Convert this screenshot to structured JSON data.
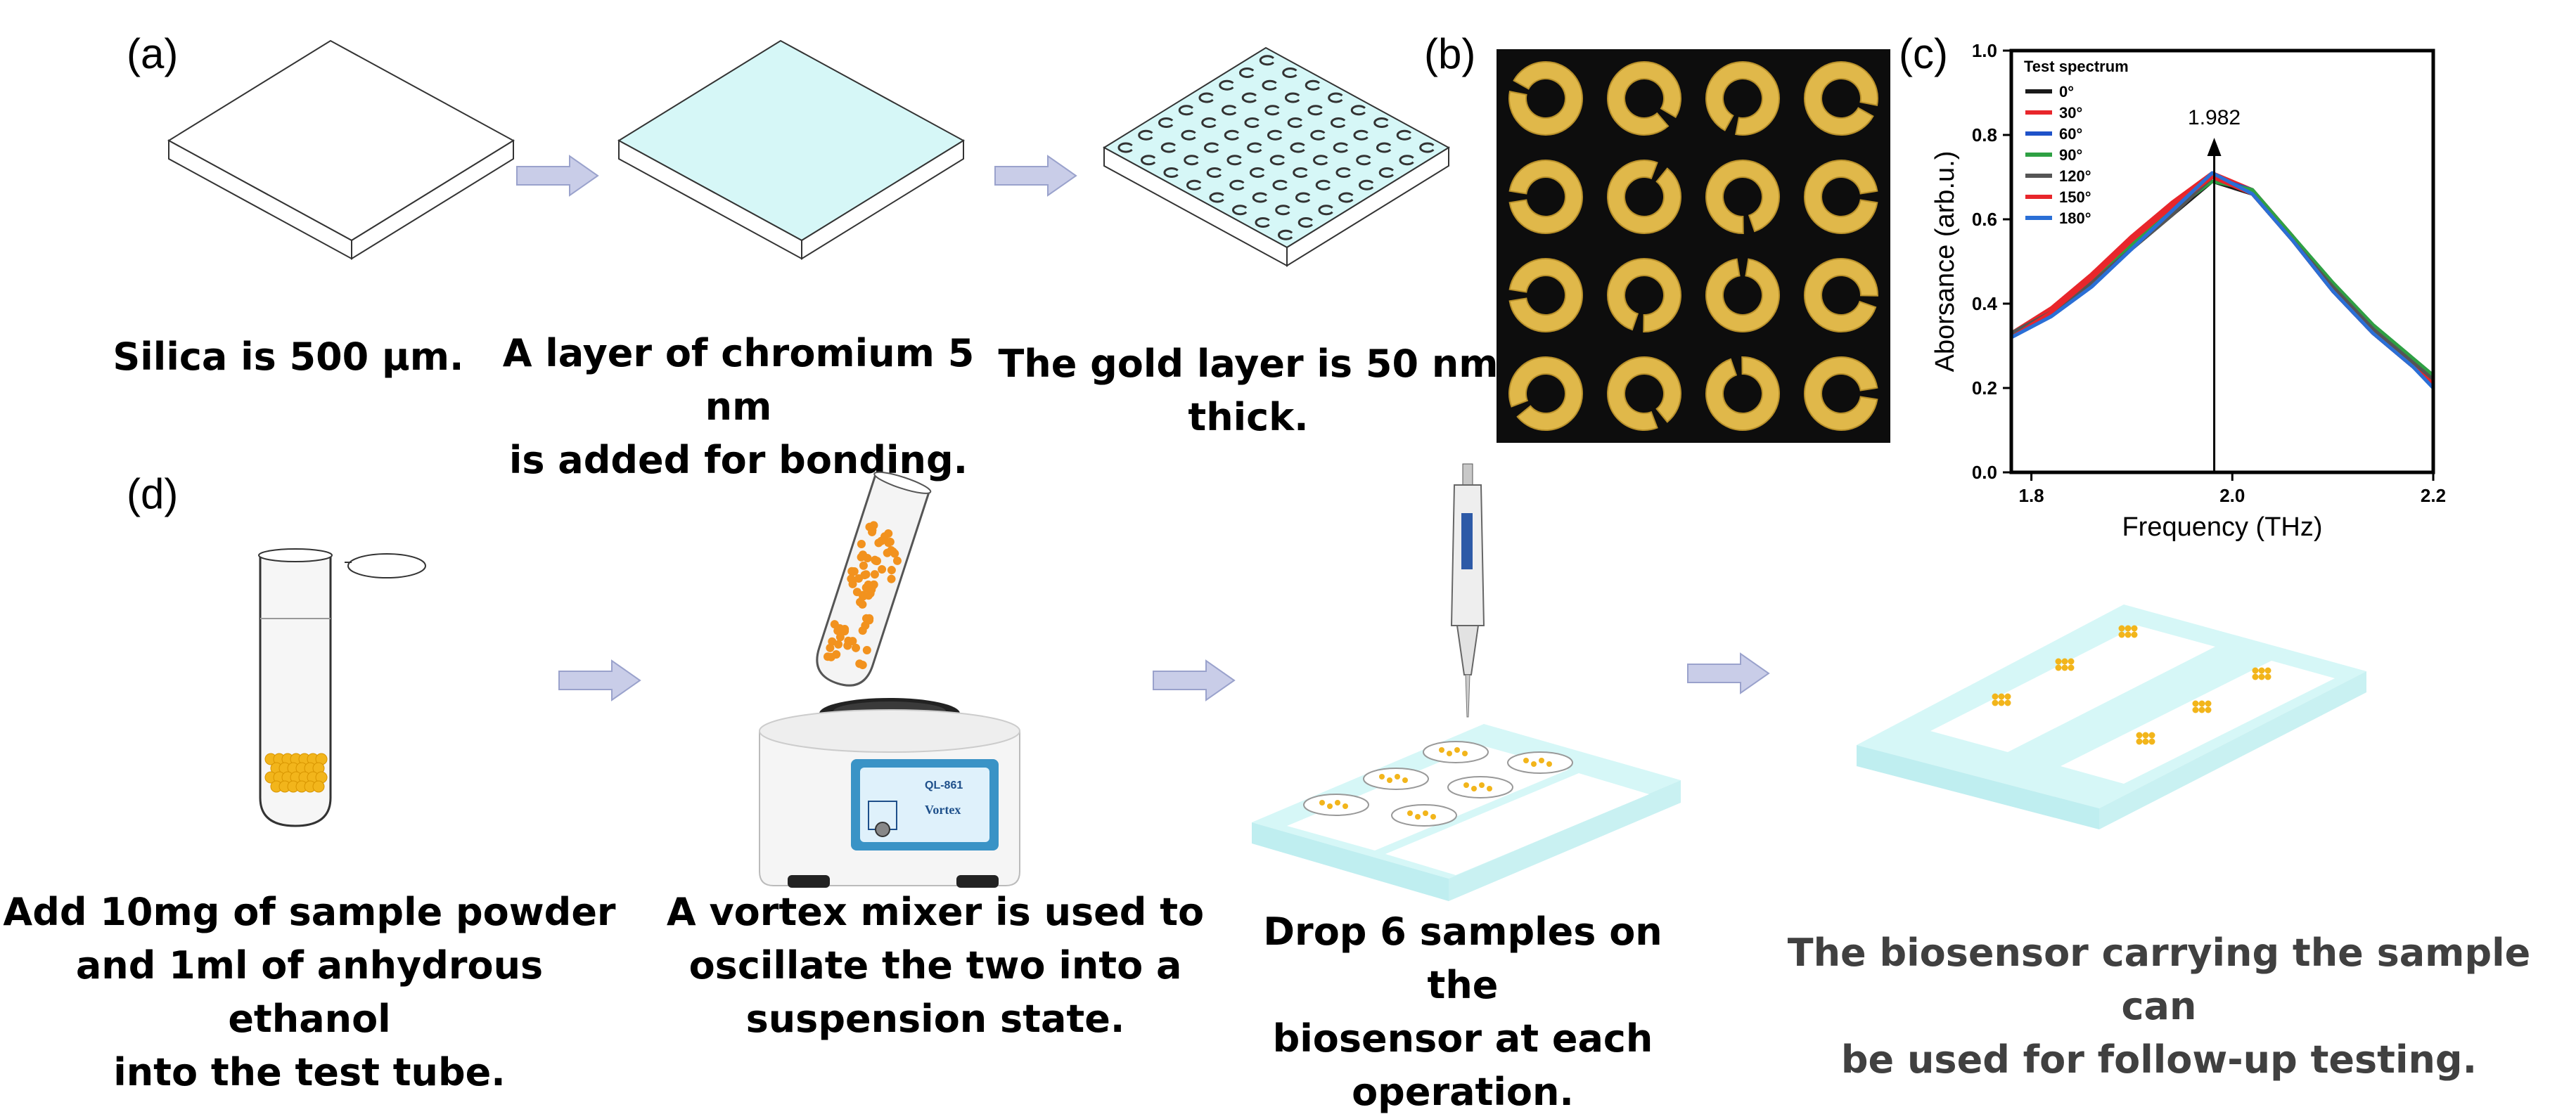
{
  "panels": {
    "a": {
      "label": "(a)",
      "captions": [
        "Silica is 500 μm.",
        "A layer of chromium 5 nm\nis added for bonding.",
        "The gold layer is 50 nm\nthick."
      ]
    },
    "b": {
      "label": "(b)"
    },
    "c": {
      "label": "(c)"
    },
    "d": {
      "label": "(d)",
      "captions": [
        "Add 10mg of sample powder\nand 1ml of anhydrous ethanol\ninto the test tube.",
        "A vortex mixer is used to\noscillate the two into a\nsuspension state.",
        "Drop 6 samples on the\nbiosensor at each\noperation.",
        "The biosensor carrying the sample can\nbe used for follow-up testing."
      ],
      "mixer_text": {
        "model": "QL-861",
        "name": "Vortex"
      }
    }
  },
  "chart_data": {
    "type": "line",
    "title": "",
    "xlabel": "Frequency (THz)",
    "ylabel": "Aborsance (arb.u.)",
    "xlim": [
      1.78,
      2.2
    ],
    "ylim": [
      0.0,
      1.0
    ],
    "x_ticks": [
      "1.8",
      "2.0",
      "2.2"
    ],
    "y_ticks": [
      "0.0",
      "0.2",
      "0.4",
      "0.6",
      "0.8",
      "1.0"
    ],
    "legend_title": "Test spectrum",
    "legend_position": "top-left",
    "annotation": {
      "text": "1.982",
      "x": 1.982
    },
    "x": [
      1.78,
      1.82,
      1.86,
      1.9,
      1.94,
      1.98,
      2.02,
      2.06,
      2.1,
      2.14,
      2.18,
      2.2
    ],
    "series": [
      {
        "name": "0°",
        "color": "#1a1a1a",
        "values": [
          0.33,
          0.38,
          0.45,
          0.53,
          0.61,
          0.69,
          0.66,
          0.55,
          0.43,
          0.33,
          0.25,
          0.21
        ]
      },
      {
        "name": "30°",
        "color": "#e8262b",
        "values": [
          0.33,
          0.39,
          0.47,
          0.56,
          0.64,
          0.71,
          0.67,
          0.56,
          0.44,
          0.34,
          0.26,
          0.22
        ]
      },
      {
        "name": "60°",
        "color": "#1f52c9",
        "values": [
          0.32,
          0.37,
          0.44,
          0.53,
          0.62,
          0.7,
          0.67,
          0.55,
          0.43,
          0.33,
          0.25,
          0.21
        ]
      },
      {
        "name": "90°",
        "color": "#2ea043",
        "values": [
          0.33,
          0.38,
          0.45,
          0.54,
          0.62,
          0.69,
          0.67,
          0.56,
          0.45,
          0.35,
          0.27,
          0.23
        ]
      },
      {
        "name": "120°",
        "color": "#555555",
        "values": [
          0.33,
          0.38,
          0.45,
          0.53,
          0.61,
          0.7,
          0.66,
          0.55,
          0.44,
          0.34,
          0.26,
          0.22
        ]
      },
      {
        "name": "150°",
        "color": "#e8262b",
        "values": [
          0.32,
          0.38,
          0.46,
          0.55,
          0.63,
          0.7,
          0.66,
          0.55,
          0.43,
          0.33,
          0.25,
          0.21
        ]
      },
      {
        "name": "180°",
        "color": "#2a6fd6",
        "values": [
          0.32,
          0.37,
          0.44,
          0.53,
          0.62,
          0.71,
          0.66,
          0.55,
          0.43,
          0.33,
          0.25,
          0.2
        ]
      }
    ]
  },
  "colors": {
    "cyan": "#d6f7f7",
    "gold": "#f2b51b",
    "orange": "#f2921e",
    "arrow": "#c9cde8"
  }
}
